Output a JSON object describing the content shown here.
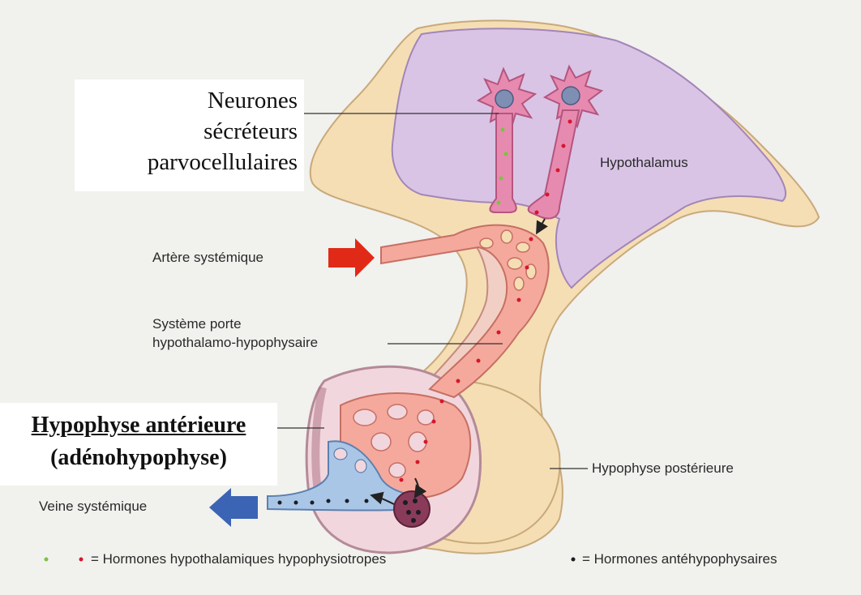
{
  "labels": {
    "neurones_line1": "Neurones",
    "neurones_line2": "sécréteurs",
    "neurones_line3": "parvocellulaires",
    "hypothalamus": "Hypothalamus",
    "artere": "Artère systémique",
    "systeme_line1": "Système porte",
    "systeme_line2": "hypothalamo-hypophysaire",
    "hypo_ant_line1": "Hypophyse antérieure",
    "hypo_ant_line2": "(adénohypophyse)",
    "hypo_post": "Hypophyse postérieure",
    "veine": "Veine systémique"
  },
  "legend": {
    "hypothalamic": "= Hormones hypothalamiques hypophysiotropes",
    "antehypophyseal": "= Hormones antéhypophysaires"
  },
  "colors": {
    "hypothalamus": "#d9c4e6",
    "brain_tissue": "#f5deb4",
    "neuron": "#e78ab0",
    "neuron_nucleus": "#7f8fb3",
    "portal_vessels": "#f1a79a",
    "vein": "#a9c6e6",
    "artery_arrow": "#e02a17",
    "vein_arrow": "#3b64b4",
    "hormone_green": "#7cc243",
    "hormone_red": "#d5172b",
    "hormone_black": "#1c1c24"
  }
}
